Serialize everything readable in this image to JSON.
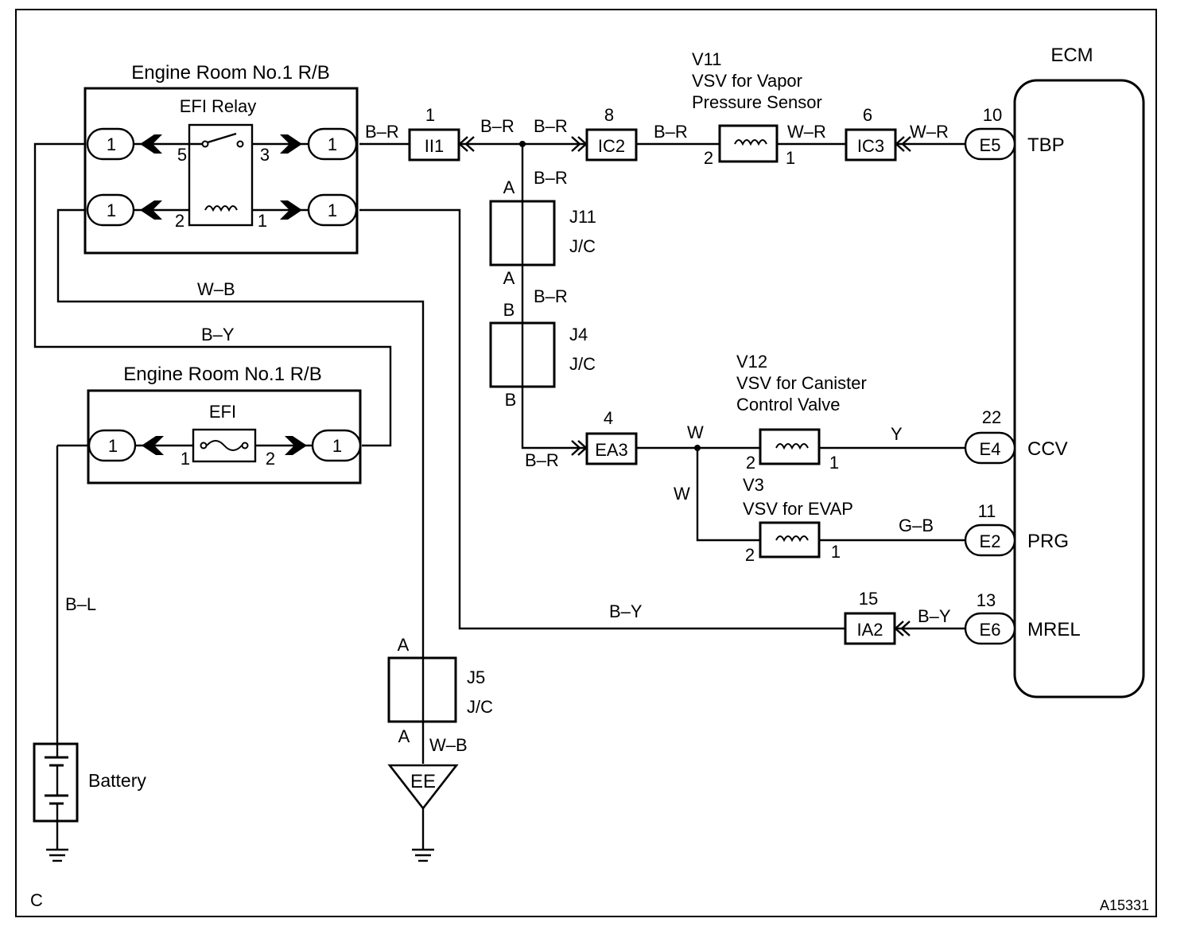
{
  "relay_box": {
    "title": "Engine Room No.1 R/B",
    "relay_label": "EFI Relay",
    "pin_labels": [
      "1",
      "1",
      "1",
      "1"
    ],
    "terminal_5": "5",
    "terminal_3": "3",
    "terminal_2": "2",
    "terminal_1": "1"
  },
  "fuse_box": {
    "title": "Engine Room No.1 R/B",
    "fuse_label": "EFI",
    "pin_labels": [
      "1",
      "1"
    ],
    "terminal_1": "1",
    "terminal_2": "2"
  },
  "connectors": {
    "II1": {
      "number": "1",
      "name": "II1"
    },
    "IC2": {
      "number": "8",
      "name": "IC2"
    },
    "IC3": {
      "number": "6",
      "name": "IC3"
    },
    "EA3": {
      "number": "4",
      "name": "EA3"
    },
    "IA2": {
      "number": "15",
      "name": "IA2"
    }
  },
  "junctions": {
    "J11": {
      "name": "J11",
      "type": "J/C",
      "top": "A",
      "bottom": "A"
    },
    "J4": {
      "name": "J4",
      "type": "J/C",
      "top": "B",
      "bottom": "B"
    },
    "J5": {
      "name": "J5",
      "type": "J/C",
      "top": "A",
      "bottom": "A"
    }
  },
  "vsv": {
    "V11": {
      "code": "V11",
      "line1": "VSV for Vapor",
      "line2": "Pressure Sensor",
      "pin_in": "2",
      "pin_out": "1"
    },
    "V12": {
      "code": "V12",
      "line1": "VSV for Canister",
      "line2": "Control Valve",
      "pin_in": "2",
      "pin_out": "1"
    },
    "V3": {
      "code": "V3",
      "line1": "VSV for EVAP",
      "pin_in": "2",
      "pin_out": "1"
    }
  },
  "ecm": {
    "title": "ECM",
    "terminals": [
      {
        "number": "10",
        "pin": "E5",
        "signal": "TBP"
      },
      {
        "number": "22",
        "pin": "E4",
        "signal": "CCV"
      },
      {
        "number": "11",
        "pin": "E2",
        "signal": "PRG"
      },
      {
        "number": "13",
        "pin": "E6",
        "signal": "MREL"
      }
    ]
  },
  "wires": {
    "relay_out": "B–R",
    "ii1_right": "B–R",
    "to_ic2": "B–R",
    "trunk_upper": "B–R",
    "ic2_to_v11": "B–R",
    "v11_to_ic3": "W–R",
    "ic3_to_ecm": "W–R",
    "trunk_lower": "B–R",
    "to_ea3": "B–R",
    "ea3_out": "W",
    "branch_down": "W",
    "to_ccv": "Y",
    "to_prg": "G–B",
    "mrel_main": "B–Y",
    "mrel_ecm": "B–Y",
    "ground_wb": "W–B",
    "efi_feed": "B–Y",
    "battery": "B–L",
    "j5_ground": "W–B"
  },
  "ground_point": "EE",
  "battery_label": "Battery",
  "page_code": "C",
  "figure_id": "A15331"
}
